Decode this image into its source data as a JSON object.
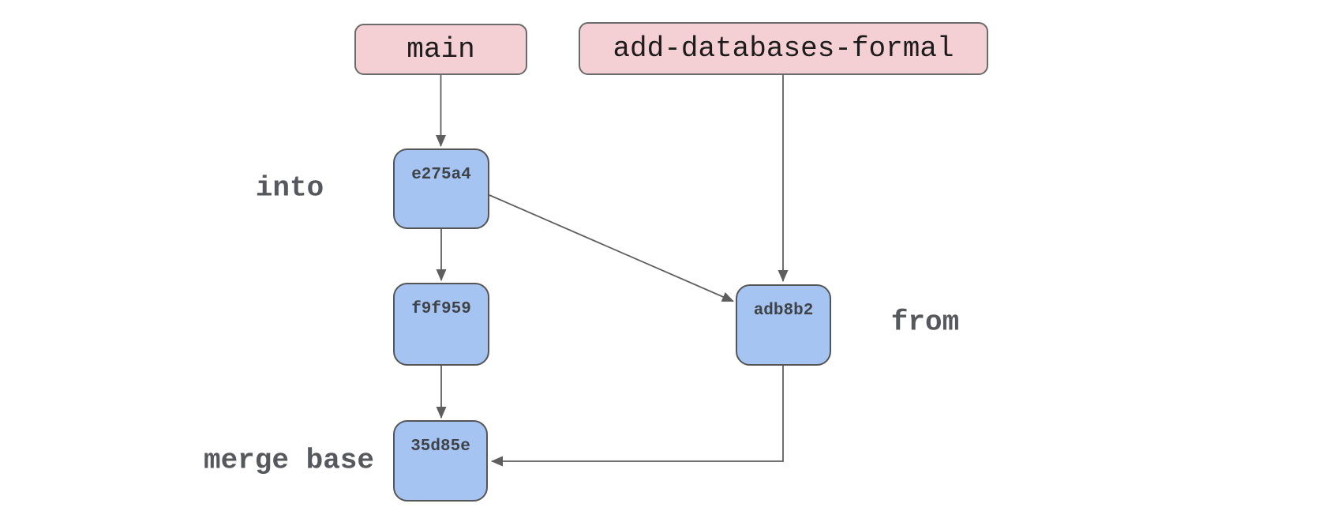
{
  "diagram": {
    "type": "git-merge-diagram",
    "branches": [
      {
        "name": "main"
      },
      {
        "name": "add-databases-formal"
      }
    ],
    "commits": [
      {
        "hash": "e275a4"
      },
      {
        "hash": "f9f959"
      },
      {
        "hash": "adb8b2"
      },
      {
        "hash": "35d85e"
      }
    ],
    "annotations": {
      "into": "into",
      "from": "from",
      "merge_base": "merge base"
    },
    "edges": [
      {
        "from": "main",
        "to": "e275a4"
      },
      {
        "from": "add-databases-formal",
        "to": "adb8b2"
      },
      {
        "from": "e275a4",
        "to": "f9f959"
      },
      {
        "from": "e275a4",
        "to": "adb8b2"
      },
      {
        "from": "f9f959",
        "to": "35d85e"
      },
      {
        "from": "adb8b2",
        "to": "35d85e"
      }
    ],
    "colors": {
      "background": "#ffffff",
      "branch_fill": "#f4cfd3",
      "branch_border": "#6b6b6b",
      "branch_text": "#1c1c1c",
      "commit_fill": "#a6c4f1",
      "commit_border": "#555555",
      "commit_text": "#3f4347",
      "edge": "#5e5e5e",
      "annotation_text": "#55585c"
    }
  }
}
